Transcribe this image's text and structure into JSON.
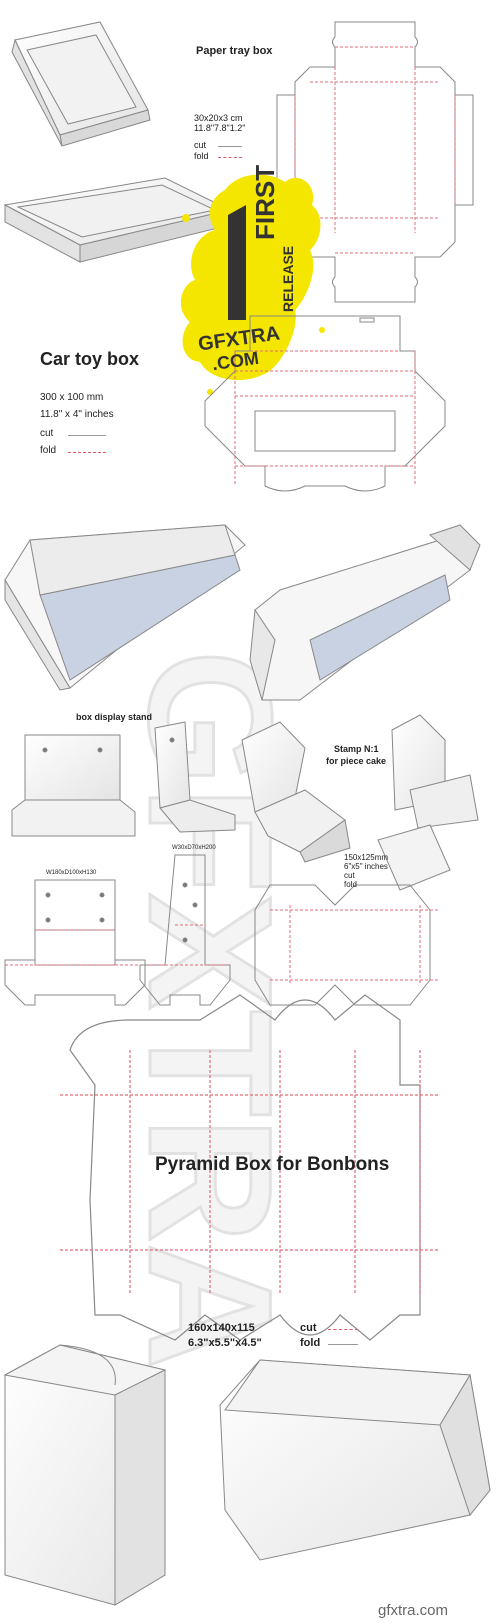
{
  "paper_tray": {
    "title": "Paper tray box",
    "size_metric": "30x20x3 cm",
    "size_imperial": "11.8\"7.8\"1.2\"",
    "cut_label": "cut",
    "fold_label": "fold"
  },
  "car_toy": {
    "title": "Car toy box",
    "size_metric": "300 x 100 mm",
    "size_imperial": "11.8\" x 4\" inches",
    "cut_label": "cut",
    "fold_label": "fold"
  },
  "display_stand": {
    "title": "box display stand",
    "dims_left": "W180xD100xH130",
    "dims_right": "W30xD70xH200"
  },
  "stamp": {
    "title_line1": "Stamp N:1",
    "title_line2": "for piece cake",
    "size_metric": "150x125mm",
    "size_imperial": "6\"x5\" inches",
    "cut_label": "cut",
    "fold_label": "fold"
  },
  "pyramid": {
    "title": "Pyramid Box for Bonbons",
    "size_metric": "160x140x115",
    "size_imperial": "6.3\"x5.5\"x4.5\"",
    "cut_label": "cut",
    "fold_label": "fold"
  },
  "badge": {
    "number": "1",
    "word1": "FIRST",
    "word2": "RELEASE",
    "site_line1": "GFXTRA",
    "site_line2": ".COM",
    "splash_color": "#f5e600"
  },
  "watermark": {
    "text": "GFXTRA",
    "footer": "gfxtra.com"
  }
}
